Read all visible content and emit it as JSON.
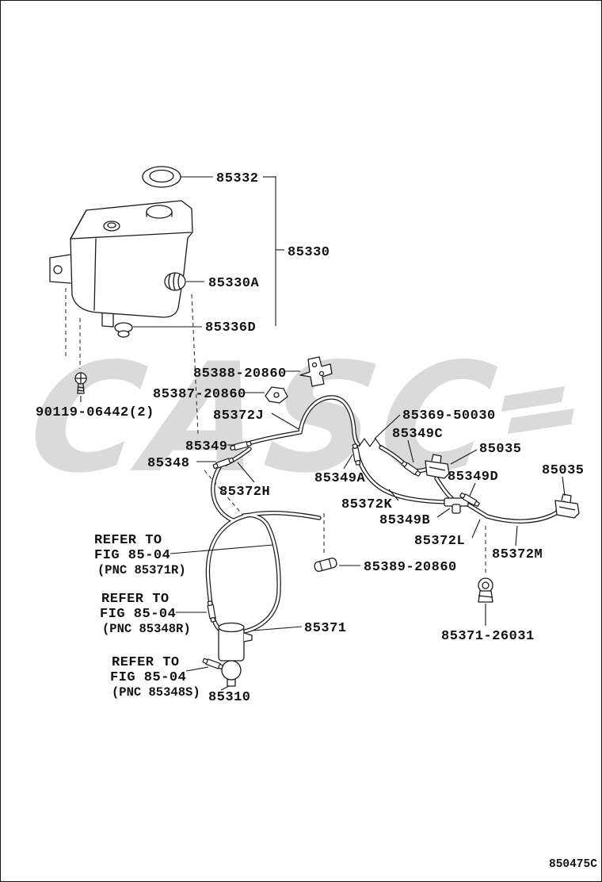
{
  "page": {
    "figure_code": "850475C",
    "background": "#ffffff",
    "line_color": "#1a1a1a",
    "watermark_color": "#dadada"
  },
  "watermark": {
    "text": "CASC"
  },
  "labels": {
    "p85332": "85332",
    "p85330": "85330",
    "p85330A": "85330A",
    "p85336D": "85336D",
    "p85388_20860": "85388-20860",
    "p85387_20860": "85387-20860",
    "p90119_06442": "90119-06442(2)",
    "p85372J": "85372J",
    "p85369_50030": "85369-50030",
    "p85349C": "85349C",
    "p85349": "85349",
    "p85348": "85348",
    "p85035_left": "85035",
    "p85349D": "85349D",
    "p85035_right": "85035",
    "p85349A": "85349A",
    "p85372H": "85372H",
    "p85372K": "85372K",
    "p85349B": "85349B",
    "p85372L": "85372L",
    "p85372M": "85372M",
    "p85389_20860": "85389-20860",
    "p85371": "85371",
    "p85371_26031": "85371-26031",
    "p85310": "85310"
  },
  "refer_notes": [
    {
      "line1": "REFER TO",
      "line2": "FIG 85-04",
      "line3": "(PNC 85371R)"
    },
    {
      "line1": "REFER TO",
      "line2": "FIG 85-04",
      "line3": "(PNC 85348R)"
    },
    {
      "line1": "REFER TO",
      "line2": "FIG 85-04",
      "line3": "(PNC 85348S)"
    }
  ]
}
